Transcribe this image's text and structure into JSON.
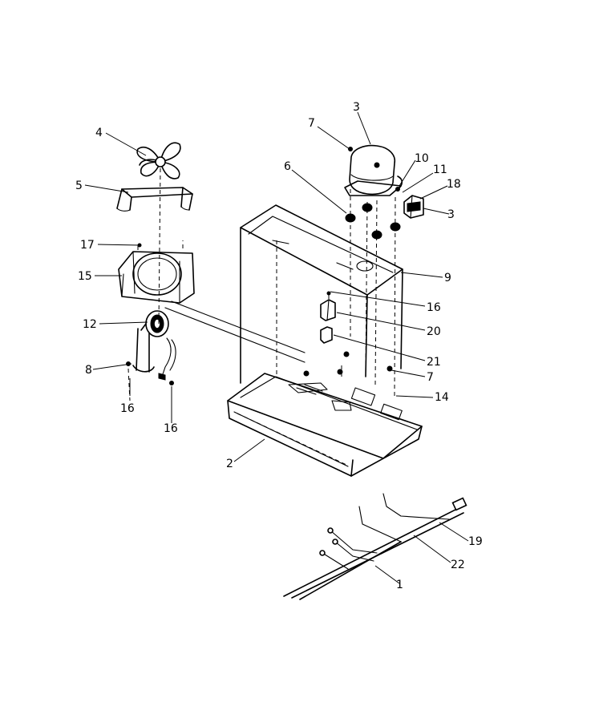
{
  "diagram": {
    "callouts": [
      {
        "id": "c1",
        "text": "1"
      },
      {
        "id": "c2",
        "text": "2"
      },
      {
        "id": "c3a",
        "text": "3"
      },
      {
        "id": "c3b",
        "text": "3"
      },
      {
        "id": "c4",
        "text": "4"
      },
      {
        "id": "c5",
        "text": "5"
      },
      {
        "id": "c6",
        "text": "6"
      },
      {
        "id": "c7a",
        "text": "7"
      },
      {
        "id": "c7b",
        "text": "7"
      },
      {
        "id": "c8",
        "text": "8"
      },
      {
        "id": "c9",
        "text": "9"
      },
      {
        "id": "c10",
        "text": "10"
      },
      {
        "id": "c11",
        "text": "11"
      },
      {
        "id": "c12",
        "text": "12"
      },
      {
        "id": "c14",
        "text": "14"
      },
      {
        "id": "c15",
        "text": "15"
      },
      {
        "id": "c16a",
        "text": "16"
      },
      {
        "id": "c16b",
        "text": "16"
      },
      {
        "id": "c16c",
        "text": "16"
      },
      {
        "id": "c17",
        "text": "17"
      },
      {
        "id": "c18",
        "text": "18"
      },
      {
        "id": "c19",
        "text": "19"
      },
      {
        "id": "c20",
        "text": "20"
      },
      {
        "id": "c21",
        "text": "21"
      },
      {
        "id": "c22",
        "text": "22"
      }
    ]
  }
}
